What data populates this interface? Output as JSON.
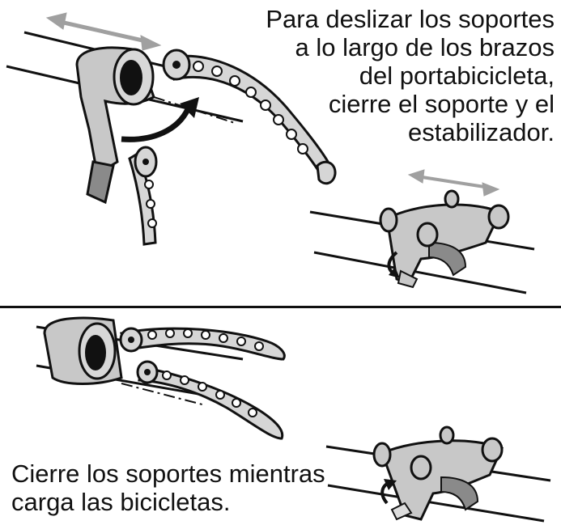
{
  "top_panel": {
    "caption_lines": [
      "Para deslizar los soportes",
      "a lo largo de los brazos",
      "del portabicicleta,",
      "cierre el soporte y el",
      "estabilizador."
    ]
  },
  "bottom_panel": {
    "caption_lines": [
      "Cierre los soportes mientras",
      "carga las bicicletas."
    ]
  },
  "colors": {
    "ink": "#111111",
    "part_gray": "#c8c8c8",
    "part_dark": "#8a8a8a",
    "arrow_gray": "#a0a0a0"
  }
}
